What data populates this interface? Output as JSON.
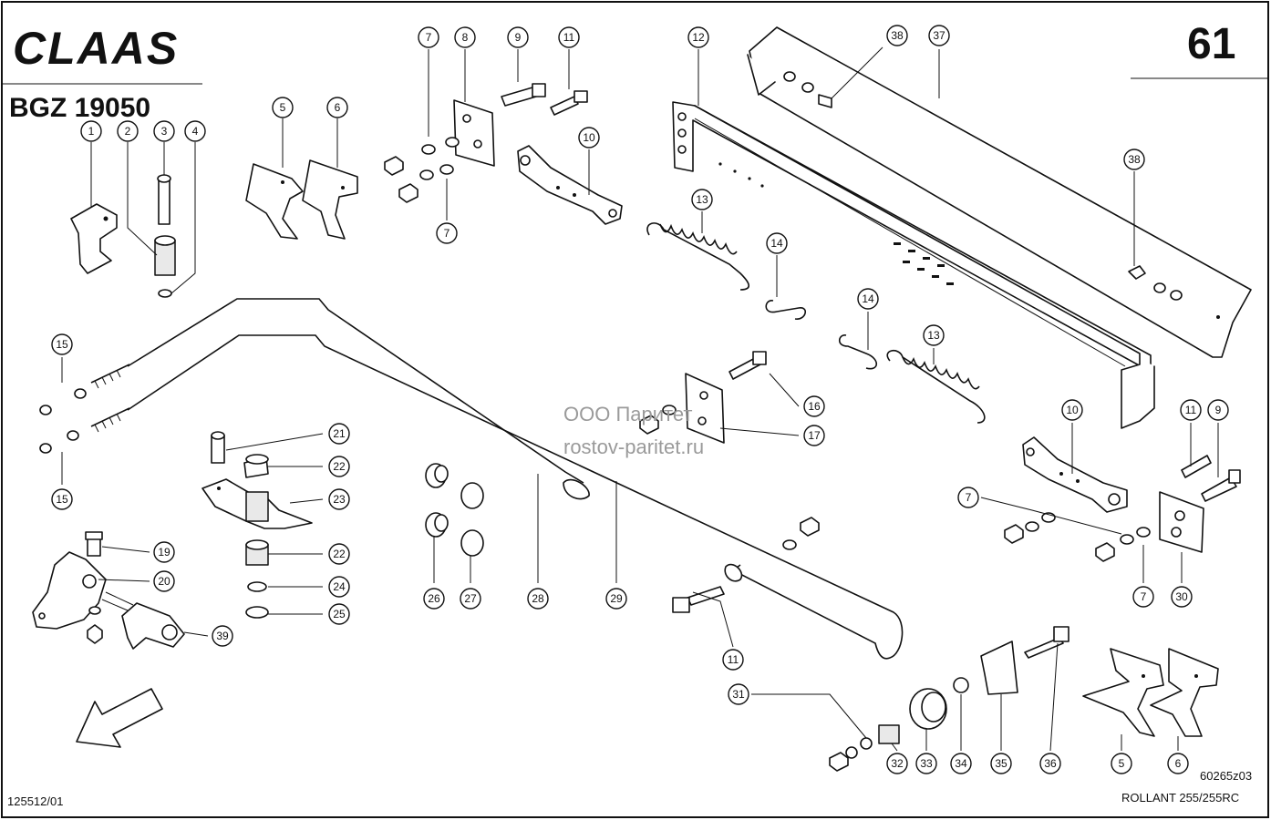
{
  "header": {
    "brand": "CLAAS",
    "group_code": "BGZ 19050",
    "page_number": "61"
  },
  "footer": {
    "left_ref": "125512/01",
    "drawing_ref": "60265z03",
    "model": "ROLLANT 255/255RC"
  },
  "watermark": {
    "line1": "ООО Паритет",
    "line2": "rostov-paritet.ru"
  },
  "callouts": [
    {
      "id": "c1",
      "label": "1"
    },
    {
      "id": "c2",
      "label": "2"
    },
    {
      "id": "c3",
      "label": "3"
    },
    {
      "id": "c4",
      "label": "4"
    },
    {
      "id": "c5a",
      "label": "5"
    },
    {
      "id": "c6a",
      "label": "6"
    },
    {
      "id": "c7a",
      "label": "7"
    },
    {
      "id": "c8",
      "label": "8"
    },
    {
      "id": "c9a",
      "label": "9"
    },
    {
      "id": "c11a",
      "label": "11"
    },
    {
      "id": "c10a",
      "label": "10"
    },
    {
      "id": "c7b",
      "label": "7"
    },
    {
      "id": "c12",
      "label": "12"
    },
    {
      "id": "c38a",
      "label": "38"
    },
    {
      "id": "c37",
      "label": "37"
    },
    {
      "id": "c38b",
      "label": "38"
    },
    {
      "id": "c13a",
      "label": "13"
    },
    {
      "id": "c14a",
      "label": "14"
    },
    {
      "id": "c14b",
      "label": "14"
    },
    {
      "id": "c13b",
      "label": "13"
    },
    {
      "id": "c15a",
      "label": "15"
    },
    {
      "id": "c15b",
      "label": "15"
    },
    {
      "id": "c16",
      "label": "16"
    },
    {
      "id": "c17",
      "label": "17"
    },
    {
      "id": "c10b",
      "label": "10"
    },
    {
      "id": "c11b",
      "label": "11"
    },
    {
      "id": "c9b",
      "label": "9"
    },
    {
      "id": "c21",
      "label": "21"
    },
    {
      "id": "c22a",
      "label": "22"
    },
    {
      "id": "c23",
      "label": "23"
    },
    {
      "id": "c19",
      "label": "19"
    },
    {
      "id": "c20",
      "label": "20"
    },
    {
      "id": "c22b",
      "label": "22"
    },
    {
      "id": "c24",
      "label": "24"
    },
    {
      "id": "c25",
      "label": "25"
    },
    {
      "id": "c39",
      "label": "39"
    },
    {
      "id": "c26",
      "label": "26"
    },
    {
      "id": "c27",
      "label": "27"
    },
    {
      "id": "c28",
      "label": "28"
    },
    {
      "id": "c29",
      "label": "29"
    },
    {
      "id": "c7c",
      "label": "7"
    },
    {
      "id": "c7d",
      "label": "7"
    },
    {
      "id": "c30",
      "label": "30"
    },
    {
      "id": "c11c",
      "label": "11"
    },
    {
      "id": "c31",
      "label": "31"
    },
    {
      "id": "c32",
      "label": "32"
    },
    {
      "id": "c33",
      "label": "33"
    },
    {
      "id": "c34",
      "label": "34"
    },
    {
      "id": "c35",
      "label": "35"
    },
    {
      "id": "c36",
      "label": "36"
    },
    {
      "id": "c5b",
      "label": "5"
    },
    {
      "id": "c6b",
      "label": "6"
    }
  ]
}
